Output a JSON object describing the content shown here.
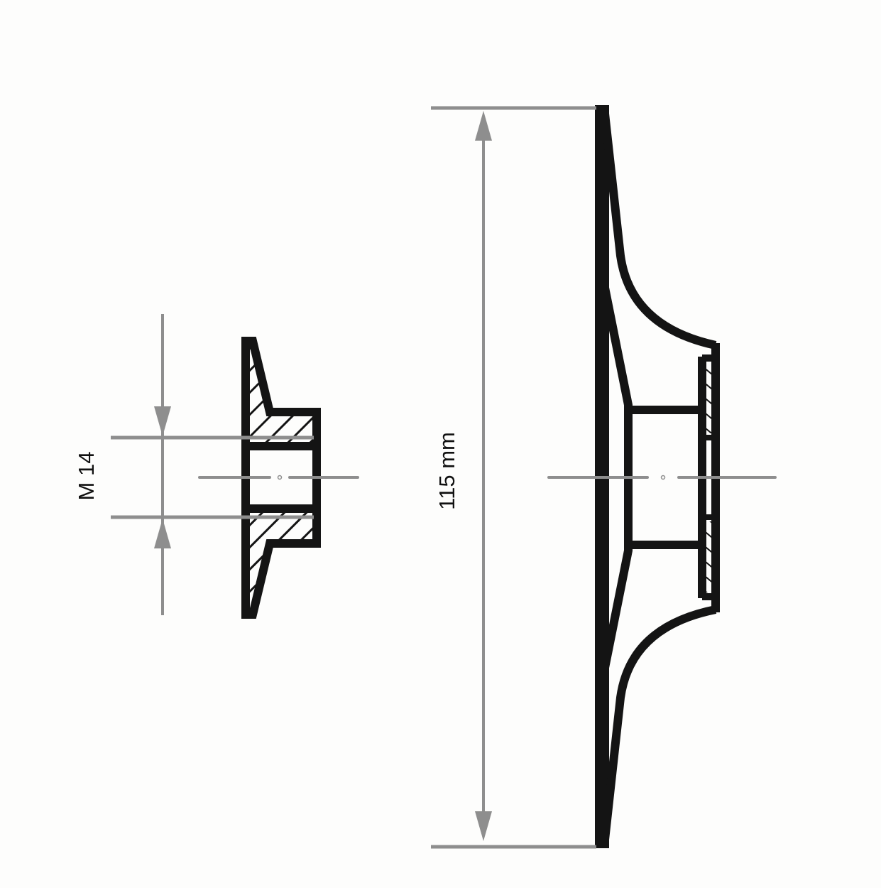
{
  "drawing": {
    "title": "Backing pad technical drawing",
    "views": [
      {
        "name": "small-flange-cross-section",
        "thread_label": "M 14"
      },
      {
        "name": "backing-pad-cross-section",
        "diameter_label": "115 mm"
      }
    ]
  },
  "dimensions": {
    "thread": "M 14",
    "diameter": "115 mm"
  },
  "colors": {
    "outline": "#141414",
    "dimension_line": "#8e8e8e",
    "background": "#fdfdfc"
  }
}
